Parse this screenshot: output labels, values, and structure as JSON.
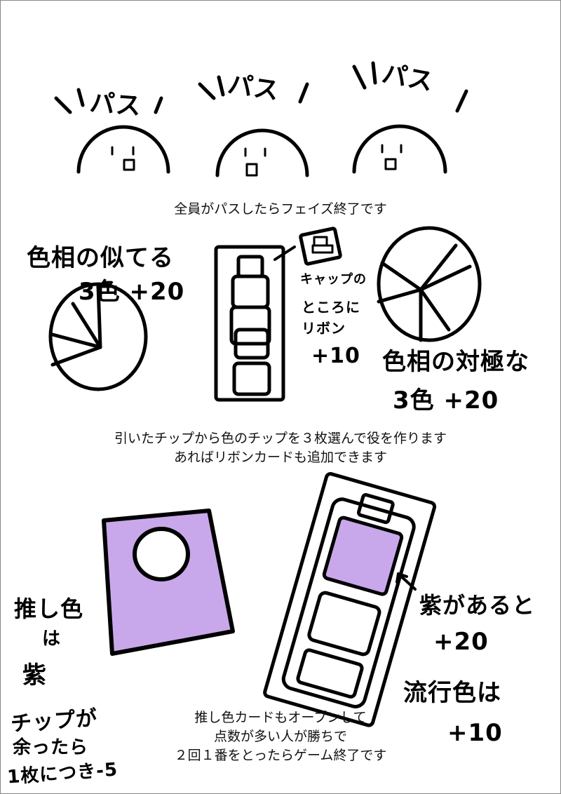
{
  "panel1": {
    "pass_shouts": [
      "パス",
      "パス",
      "パス"
    ],
    "caption": "全員がパスしたらフェイズ終了です"
  },
  "panel2": {
    "analogous": {
      "line1": "色相の似てる",
      "line2": "3色 +20"
    },
    "ribbon": {
      "line1": "キャップの",
      "line2": "ところに",
      "line3": "リボン",
      "line4": "+10"
    },
    "complementary": {
      "line1": "色相の対極な",
      "line2": "3色 +20"
    },
    "caption_line1": "引いたチップから色のチップを３枚選んで役を作ります",
    "caption_line2": "あればリボンカードも追加できます"
  },
  "panel3": {
    "oshi": {
      "line1": "推し色",
      "line2": "は",
      "line3": "紫"
    },
    "leftover": {
      "line1": "チップが",
      "line2": "余ったら",
      "line3": "1枚につき-5"
    },
    "purple_bonus": {
      "line1": "紫があると",
      "line2": "+20"
    },
    "trend": {
      "line1": "流行色は",
      "line2": "+10"
    },
    "caption_line1": "推し色カードもオープンして",
    "caption_line2": "点数が多い人が勝ちで",
    "caption_line3": "２回１番をとったらゲーム終了です",
    "accent_color": "#c8a8ea"
  }
}
